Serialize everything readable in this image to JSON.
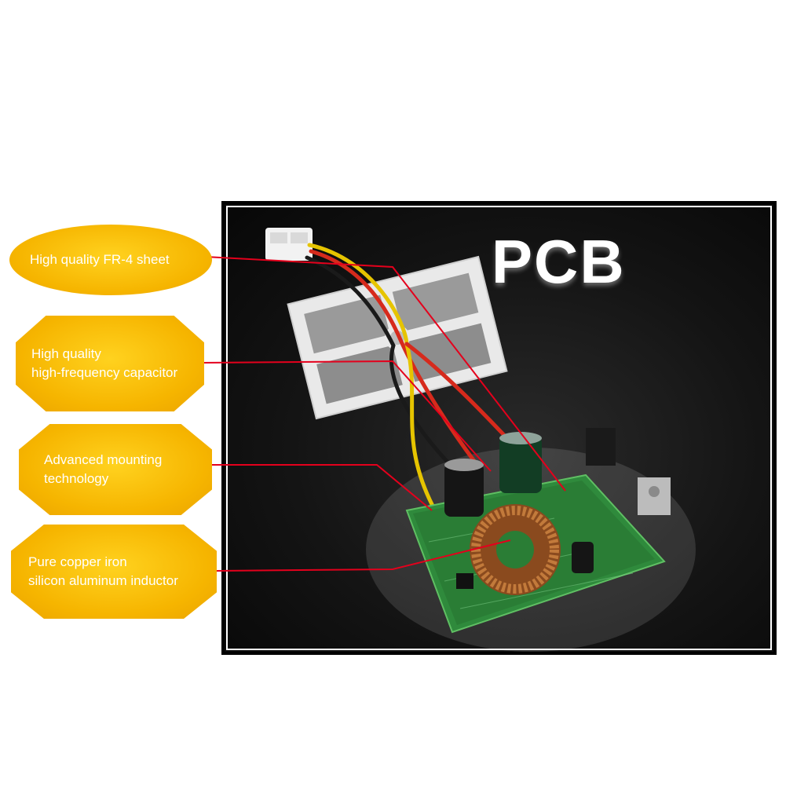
{
  "photo": {
    "title": "PCB"
  },
  "callouts": [
    {
      "lines": [
        "High quality FR-4 sheet"
      ]
    },
    {
      "lines": [
        "High quality",
        "high-frequency capacitor"
      ]
    },
    {
      "lines": [
        "Advanced mounting",
        "technology"
      ]
    },
    {
      "lines": [
        "Pure copper iron",
        "silicon aluminum inductor"
      ]
    }
  ],
  "colors": {
    "badge": "#f5b800",
    "leader_line": "#e4001c",
    "frame": "#000000"
  }
}
